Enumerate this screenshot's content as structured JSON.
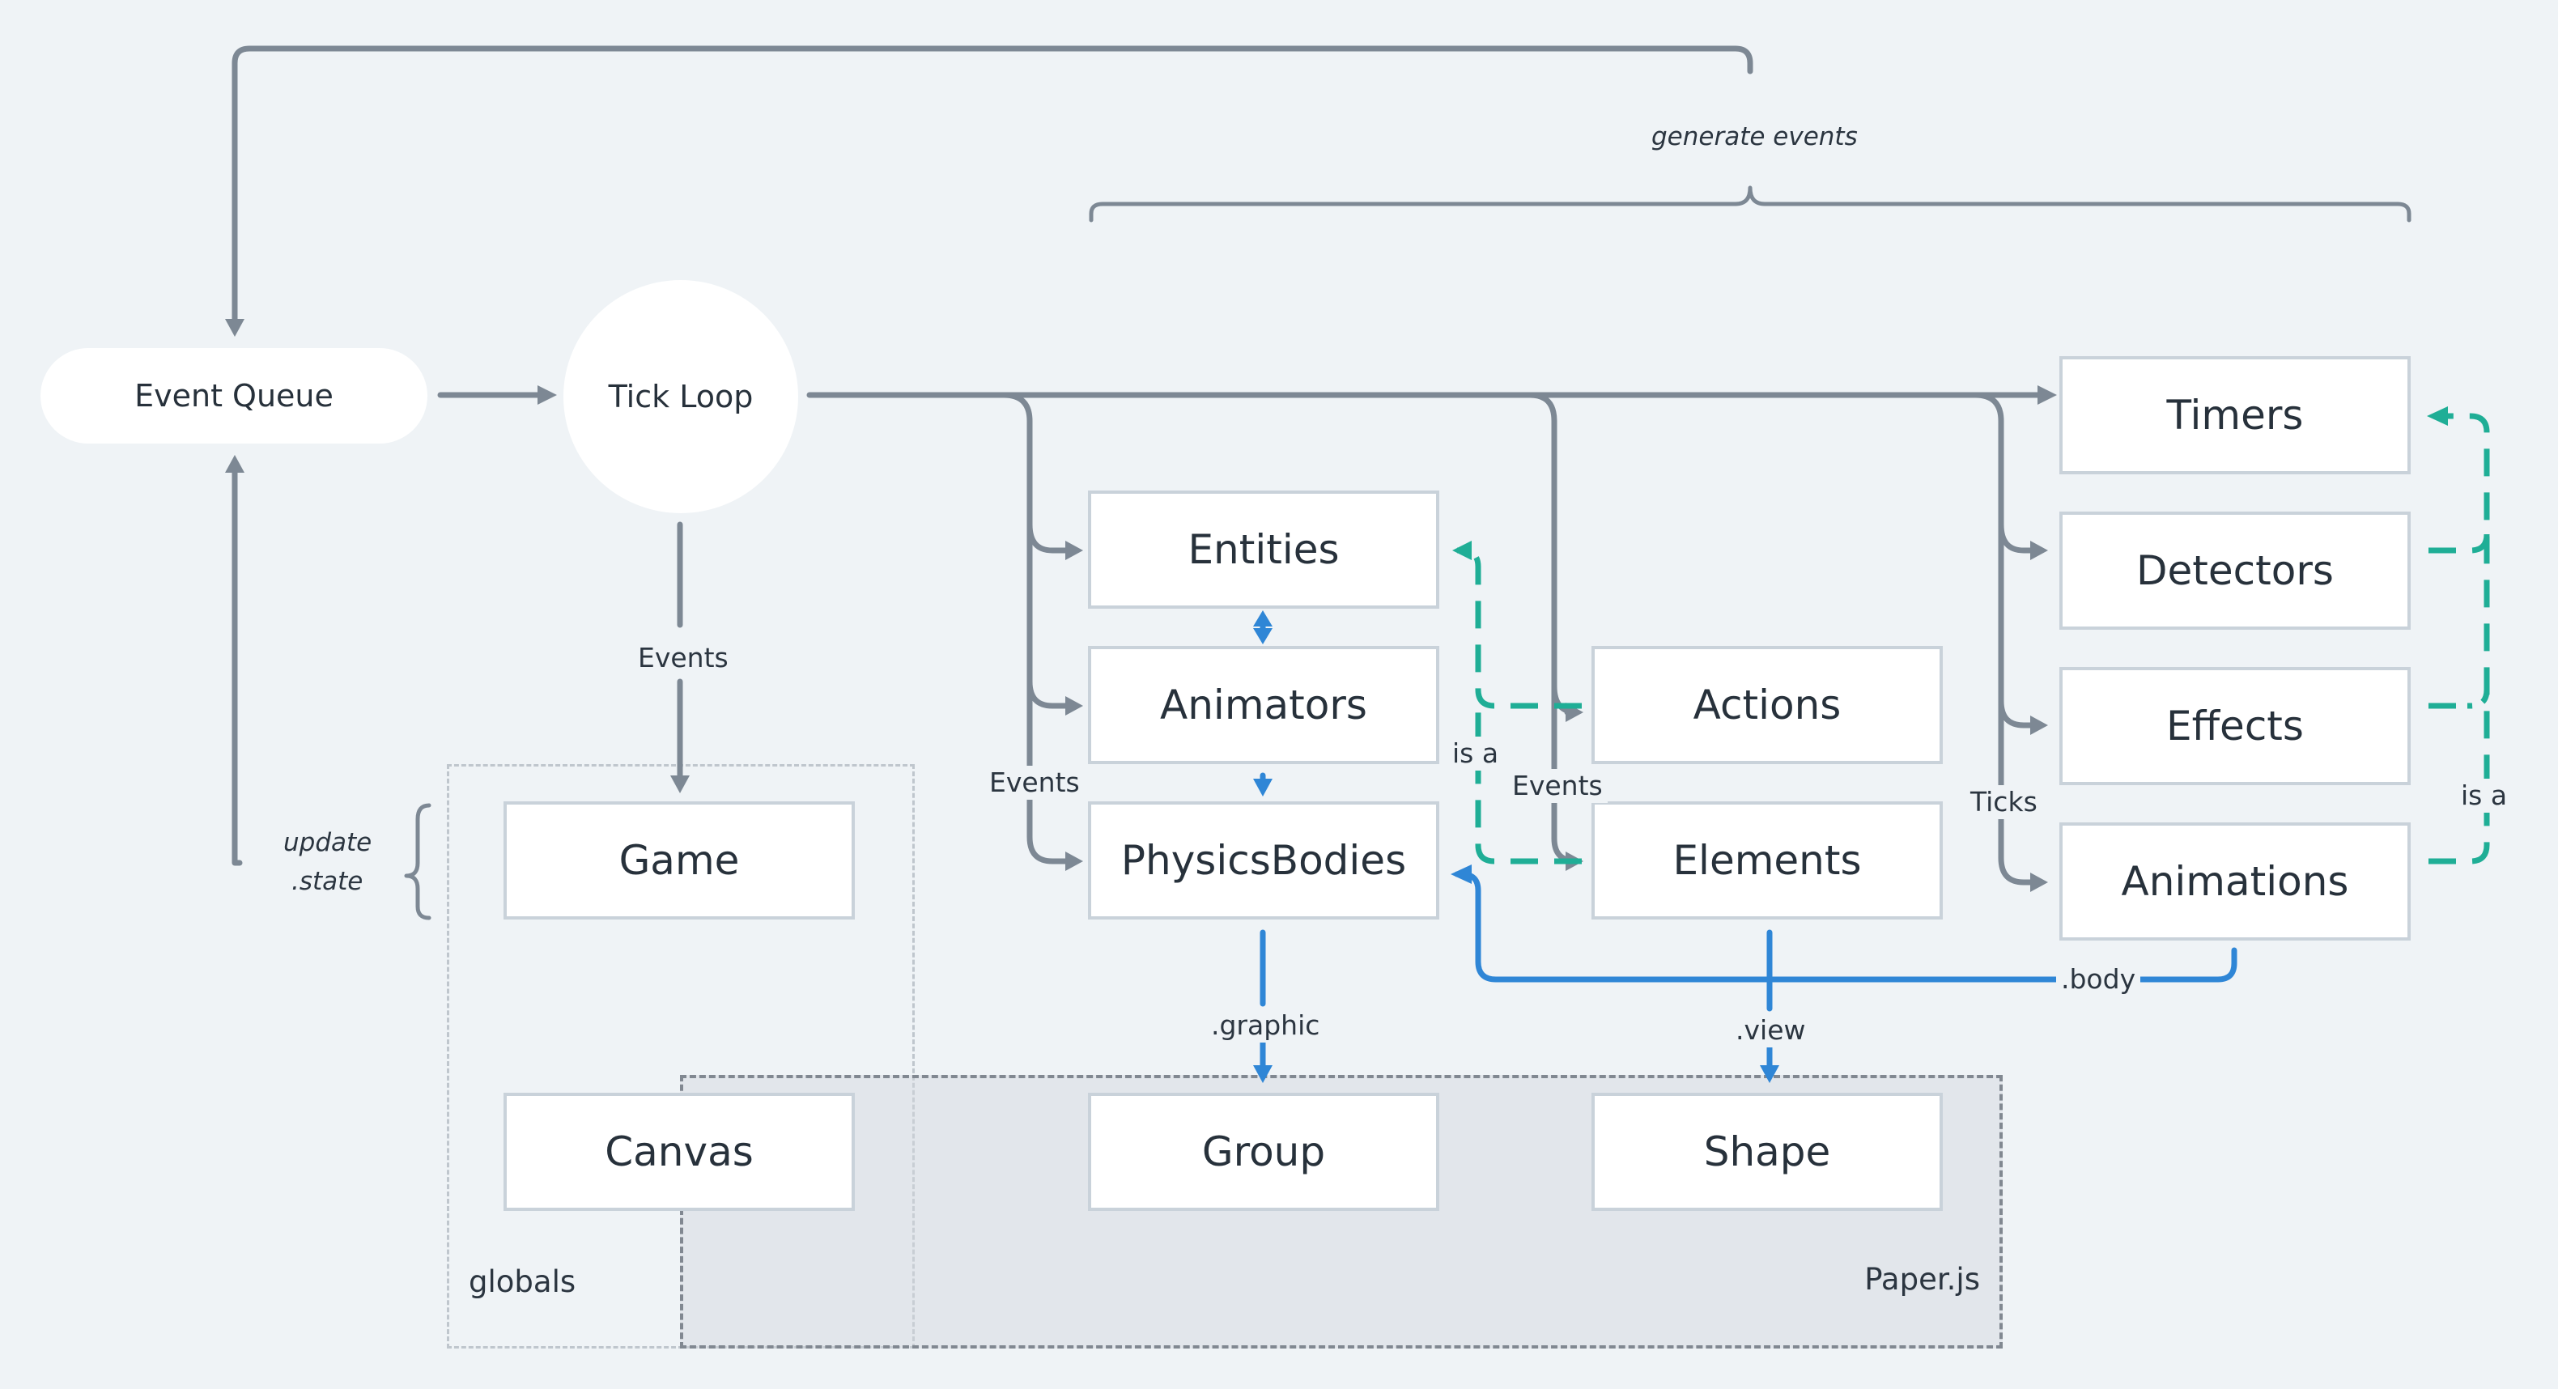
{
  "nodes": {
    "event_queue": "Event Queue",
    "tick_loop": "Tick Loop",
    "timers": "Timers",
    "detectors": "Detectors",
    "effects": "Effects",
    "animations": "Animations",
    "entities": "Entities",
    "animators": "Animators",
    "physics_bodies": "PhysicsBodies",
    "actions": "Actions",
    "elements": "Elements",
    "game": "Game",
    "canvas": "Canvas",
    "group": "Group",
    "shape": "Shape"
  },
  "regions": {
    "globals": "globals",
    "paper": "Paper.js"
  },
  "edge_labels": {
    "generate_events": "generate events",
    "update": "update",
    "state": ".state",
    "events_game": "Events",
    "events_entities": "Events",
    "events_elements": "Events",
    "ticks": "Ticks",
    "is_a_left": "is a",
    "is_a_right": "is a",
    "graphic": ".graphic",
    "view": ".view",
    "body": ".body"
  },
  "colors": {
    "background": "#eff3f6",
    "arrow_gray": "#7d8894",
    "arrow_blue": "#2f86d6",
    "arrow_teal": "#1fae96"
  }
}
